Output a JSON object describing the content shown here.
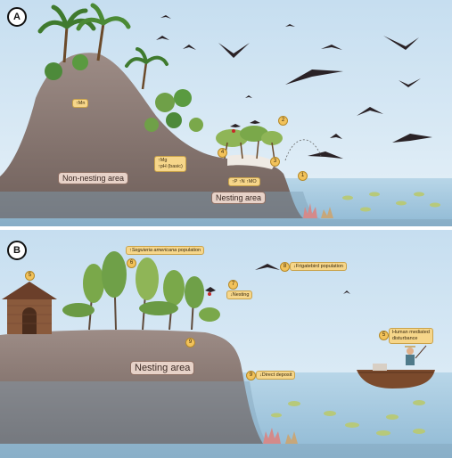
{
  "panels": {
    "a": {
      "letter": "A",
      "area_nonnesting": "Non-nesting area",
      "area_nesting": "Nesting area",
      "tag_mn": "↑Mn",
      "tag_mg": "↑Mg",
      "tag_ph": "↑pH (basic)",
      "tag_nutrients": "↑P ↑N ↑MO",
      "num_1": "1",
      "num_2": "2",
      "num_3": "3",
      "num_4": "4"
    },
    "b": {
      "letter": "B",
      "tag_seguieria": "↑Seguieria americana population",
      "tag_nesting": "↓Nesting",
      "tag_frigatebird": "↓Frigatebird population",
      "tag_deposit": "↓Direct deposit",
      "tag_human_line1": "Human mediated",
      "tag_human_line2": "disturbance",
      "area_nesting": "Nesting area",
      "num_5a": "5",
      "num_6": "6",
      "num_7": "7",
      "num_8": "8",
      "num_9a": "9",
      "num_9b": "9",
      "num_5b": "5"
    }
  },
  "colors": {
    "sky": "#cfe4f1",
    "sea": "#a9cde3",
    "hill": "#8f7d77",
    "tag": "#f6d68a",
    "label_box": "#e7d2c8"
  },
  "icons": [
    "palm-tree-icon",
    "frigatebird-icon",
    "fish-icon",
    "coral-icon",
    "house-icon",
    "boat-icon",
    "fisherman-icon"
  ]
}
